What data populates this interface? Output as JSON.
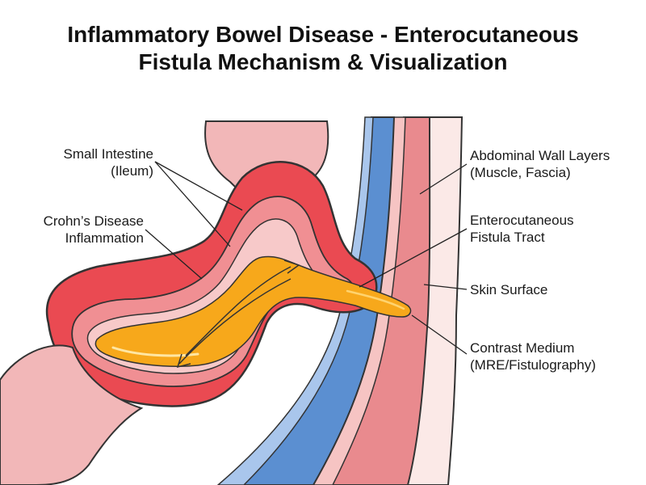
{
  "title": {
    "line1": "Inflammatory Bowel Disease - Enterocutaneous",
    "line2": "Fistula Mechanism & Visualization"
  },
  "labels": {
    "small_intestine": {
      "line1": "Small Intestine",
      "line2": "(Ileum)"
    },
    "crohns": {
      "line1": "Crohn’s Disease",
      "line2": "Inflammation"
    },
    "abdominal_wall": {
      "line1": "Abdominal Wall Layers",
      "line2": "(Muscle, Fascia)"
    },
    "fistula_tract": {
      "line1": "Enterocutaneous",
      "line2": "Fistula Tract"
    },
    "skin_surface": {
      "line1": "Skin Surface"
    },
    "contrast": {
      "line1": "Contrast Medium",
      "line2": "(MRE/Fistulography)"
    }
  },
  "colors": {
    "bowel_outer": "#f2b7b8",
    "inflamed": "#e8454f",
    "wall_red": "#e98a8e",
    "wall_blue": "#5b8fd1",
    "contrast": "#f7a81b"
  }
}
